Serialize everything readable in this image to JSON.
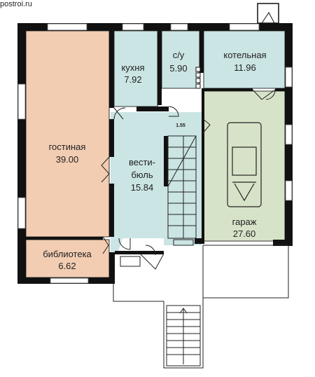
{
  "watermark": "postroi.ru",
  "stair_marker": "1.55",
  "rooms": {
    "living": {
      "name": "гостиная",
      "area": "39.00",
      "color": "#f2cdb2"
    },
    "library": {
      "name": "библиотека",
      "area": "6.62",
      "color": "#f2cdb2"
    },
    "kitchen": {
      "name": "кухня",
      "area": "7.92",
      "color": "#cbe4e4"
    },
    "wc": {
      "name": "с/у",
      "area": "5.90",
      "color": "#cbe4e4"
    },
    "boiler": {
      "name": "котельная",
      "area": "11.96",
      "color": "#cbe4e4"
    },
    "hall": {
      "name_line1": "вести-",
      "name_line2": "бюль",
      "area": "15.84",
      "color": "#cbe4e4"
    },
    "garage": {
      "name": "гараж",
      "area": "27.60",
      "color": "#d7e3c8"
    }
  }
}
